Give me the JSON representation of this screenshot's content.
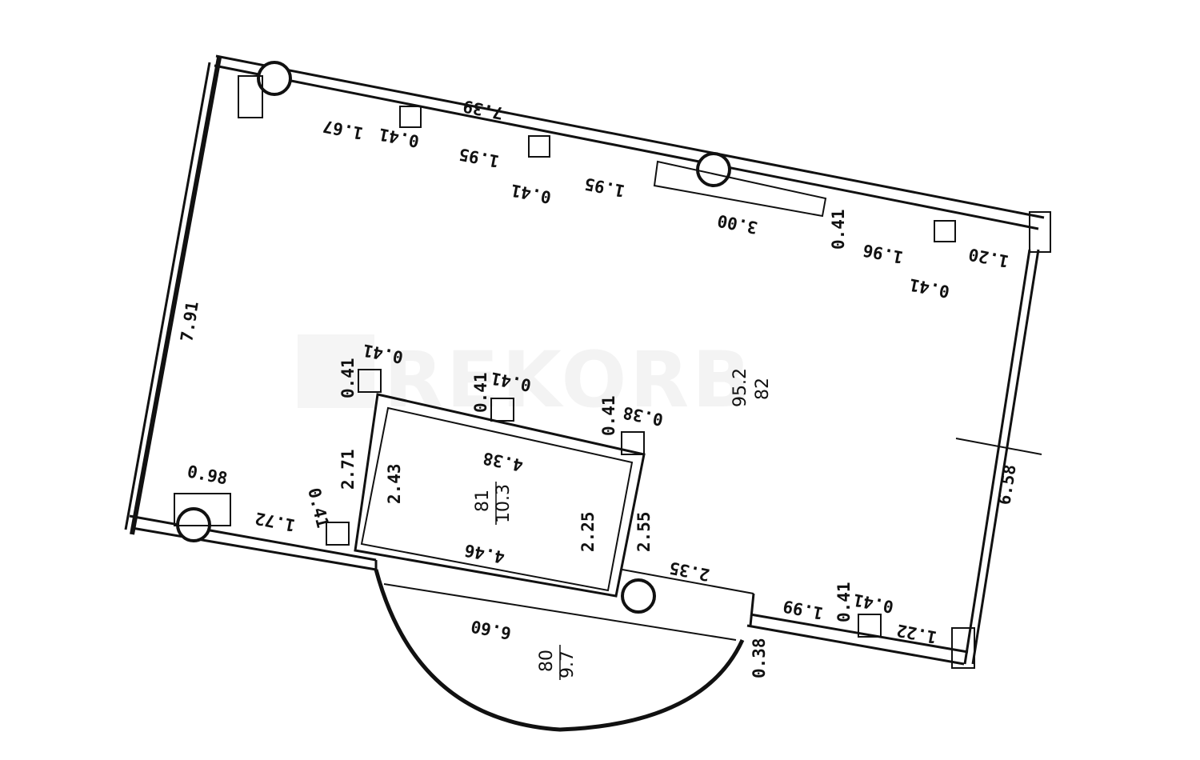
{
  "watermark": "REKORB",
  "main_room": {
    "area": "95.2",
    "label": "82"
  },
  "inner_room": {
    "area": "10.3",
    "label": "81"
  },
  "bay": {
    "area": "9.7",
    "label": "80"
  },
  "dimensions": {
    "top_wall": "7.39",
    "top_1": "1.67",
    "top_2": "0.41",
    "top_3": "1.95",
    "top_4": "0.41",
    "top_5": "1.95",
    "top_6": "3.00",
    "top_7": "0.41",
    "top_8": "1.96",
    "top_9": "0.41",
    "top_10": "1.20",
    "left_wall": "7.91",
    "right_wall": "6.58",
    "bottom_left_1": "0.98",
    "bottom_left_2": "1.72",
    "bottom_left_3": "0.41",
    "inner_pillar_a": "0.41",
    "inner_pillar_a2": "0.41",
    "inner_pillar_b": "0.41",
    "inner_pillar_b2": "0.41",
    "inner_pillar_c": "0.38",
    "inner_pillar_c2": "0.41",
    "inner_left_outer": "2.71",
    "inner_left": "2.43",
    "inner_top": "4.38",
    "inner_bottom": "4.46",
    "inner_right": "2.25",
    "inner_right_outer": "2.55",
    "step": "2.35",
    "bay_chord": "6.60",
    "bay_side": "0.38",
    "bottom_right_1": "1.99",
    "bottom_right_2": "0.41",
    "bottom_right_3": "0.41",
    "bottom_right_4": "1.22"
  }
}
